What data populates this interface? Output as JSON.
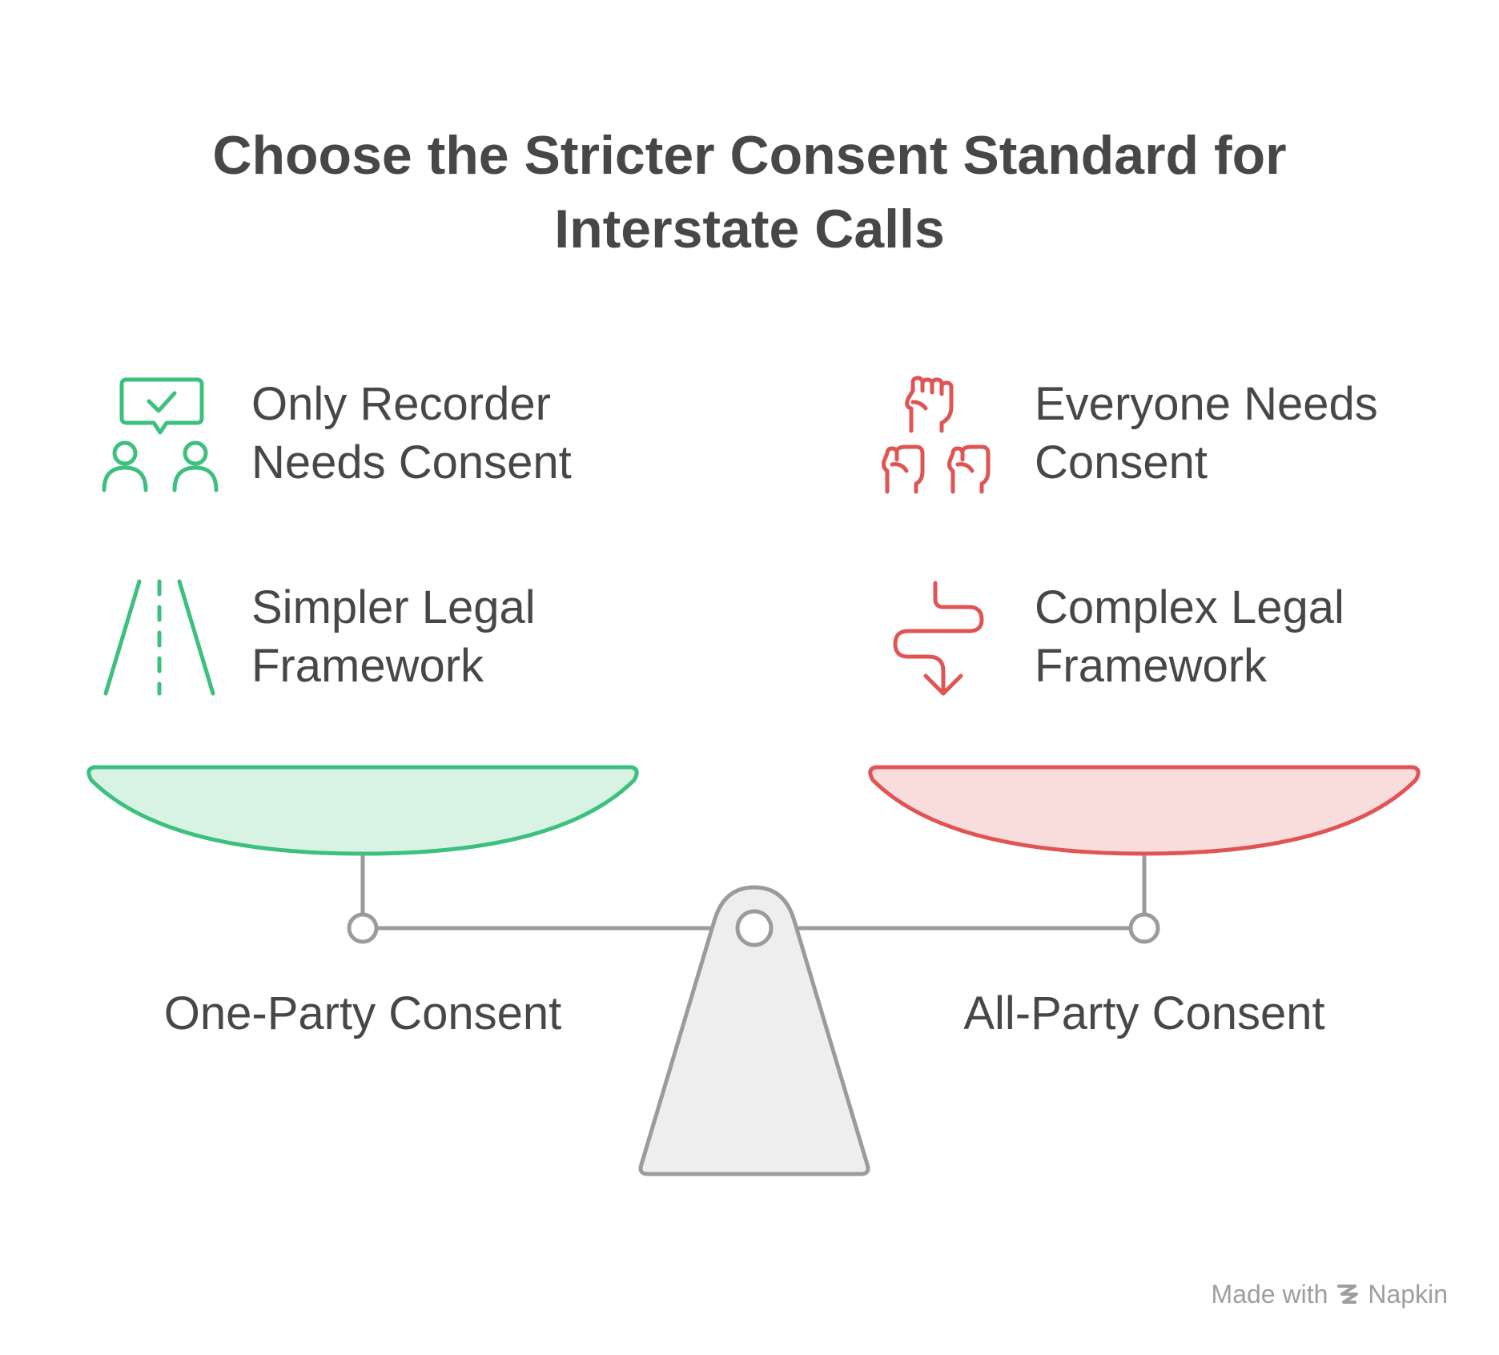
{
  "title": {
    "line1": "Choose the Stricter Consent Standard for",
    "line2": "Interstate Calls"
  },
  "left": {
    "items": [
      {
        "line1": "Only Recorder",
        "line2": "Needs Consent",
        "icon": "people-checkmark-chat-icon"
      },
      {
        "line1": "Simpler Legal",
        "line2": "Framework",
        "icon": "straight-road-icon"
      }
    ],
    "label": "One-Party Consent"
  },
  "right": {
    "items": [
      {
        "line1": "Everyone Needs",
        "line2": "Consent",
        "icon": "raised-hands-icon"
      },
      {
        "line1": "Complex Legal",
        "line2": "Framework",
        "icon": "winding-arrow-icon"
      }
    ],
    "label": "All-Party Consent"
  },
  "footer": {
    "made_with": "Made with",
    "brand": "Napkin"
  },
  "colors": {
    "left_accent": "#3cc07e",
    "left_fill": "#d8f2e4",
    "right_accent": "#e05454",
    "right_fill": "#f9dcdc",
    "beam": "#9b9b9b",
    "fulcrum_fill": "#eeeeee",
    "text": "#474747"
  }
}
